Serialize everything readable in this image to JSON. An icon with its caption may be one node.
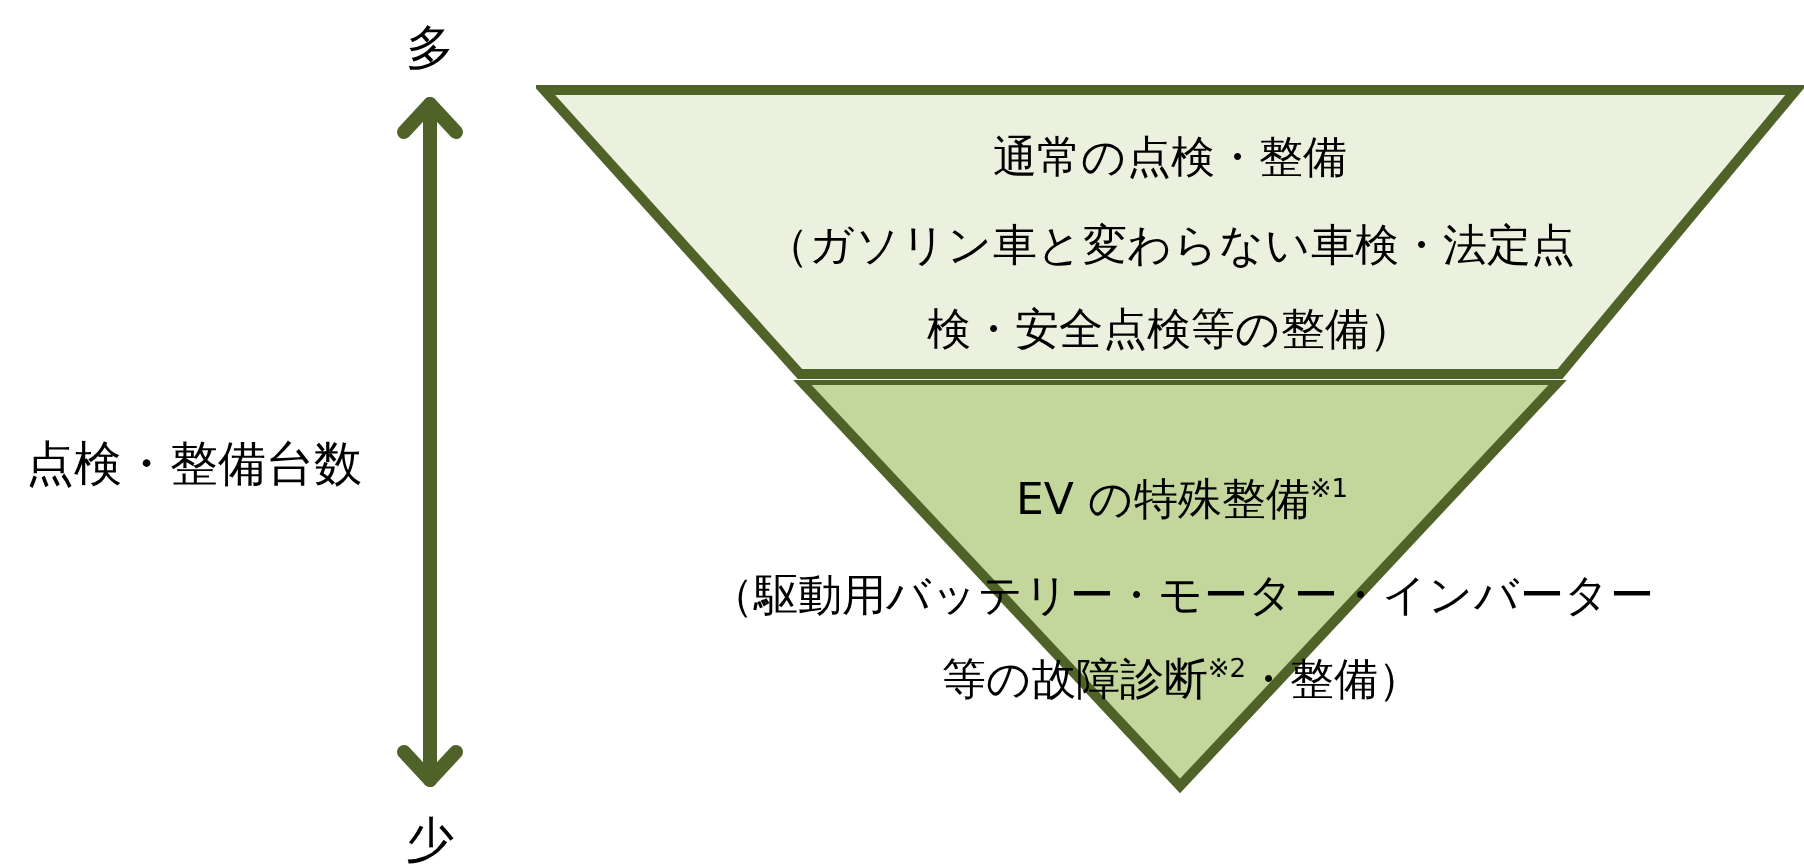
{
  "diagram": {
    "nodes": [
      {
        "text": [
          "通常の点検・整備",
          "（ガソリン車と変わらない車検・法定点検・安全点検等の整備）"
        ]
      },
      {
        "text": [
          "EV の特殊整備$^{※1}$",
          "（駆動用バッテリー・モーター・インバーター等の故障診断$^{※2}$・整備）"
        ]
      }
    ],
    "labels": [
      "多",
      "点検・整備台数",
      "少"
    ]
  }
}
